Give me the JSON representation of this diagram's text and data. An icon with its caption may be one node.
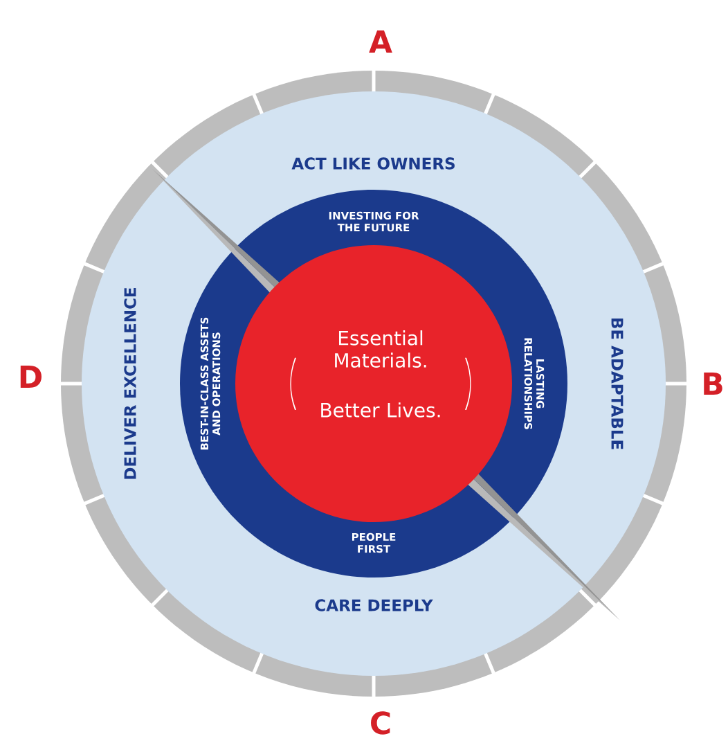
{
  "diagram": {
    "nodes": [
      {
        "text": [
          "ACT LIKE OWNERS",
          "BE ADAPTABLE",
          "CARE DEEPLY",
          "DELIVER EXCELLENCE"
        ]
      },
      {
        "text": [
          "INVESTING FOR THE FUTURE",
          "LASTING RELATIONSHIPS",
          "PEOPLE FIRST",
          "BEST-IN-CLASS ASSETS AND OPERATIONS"
        ],
        "in": 0
      },
      {
        "text": [
          "Essential Materials.",
          "Better Lives."
        ],
        "in": 1
      }
    ],
    "labels": [
      "A",
      "B",
      "C",
      "D"
    ]
  }
}
